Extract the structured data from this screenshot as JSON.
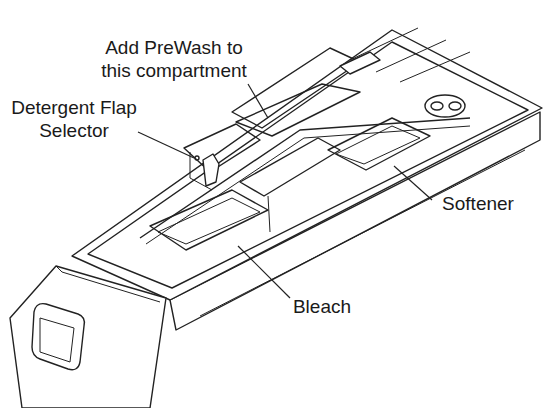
{
  "diagram": {
    "labels": [
      "Add PreWash to this compartment",
      "Detergent Flap Selector",
      "Softener",
      "Bleach"
    ]
  }
}
